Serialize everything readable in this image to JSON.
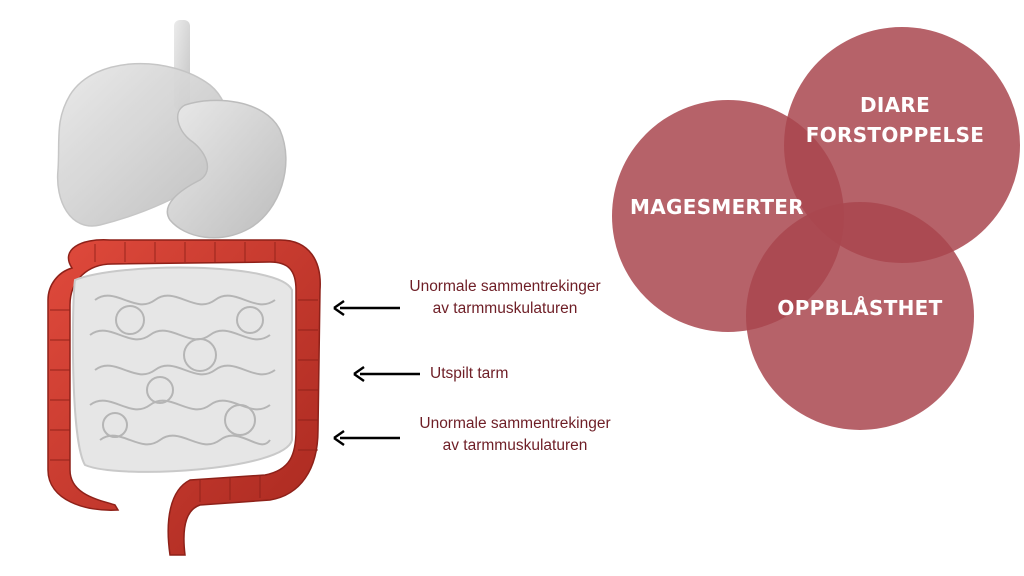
{
  "annotations": [
    {
      "line1": "Unormale sammentrekinger",
      "line2": "av tarmmuskulaturen"
    },
    {
      "line1": "Utspilt tarm"
    },
    {
      "line1": "Unormale sammentrekinger",
      "line2": "av tarmmuskulaturen"
    }
  ],
  "symptoms": {
    "top_circle": {
      "line1": "DIARE",
      "line2": "FORSTOPPELSE"
    },
    "left_circle": "MAGESMERTER",
    "bottom_circle": "OPPBLÅSTHET"
  },
  "colors": {
    "venn_fill": "#a9474f",
    "annotation_text": "#6e1e26",
    "colon": "#c8362d",
    "organs_gray": "#d9d9d9"
  },
  "icons": [
    "anatomy-illustration",
    "arrow-left-icon"
  ]
}
